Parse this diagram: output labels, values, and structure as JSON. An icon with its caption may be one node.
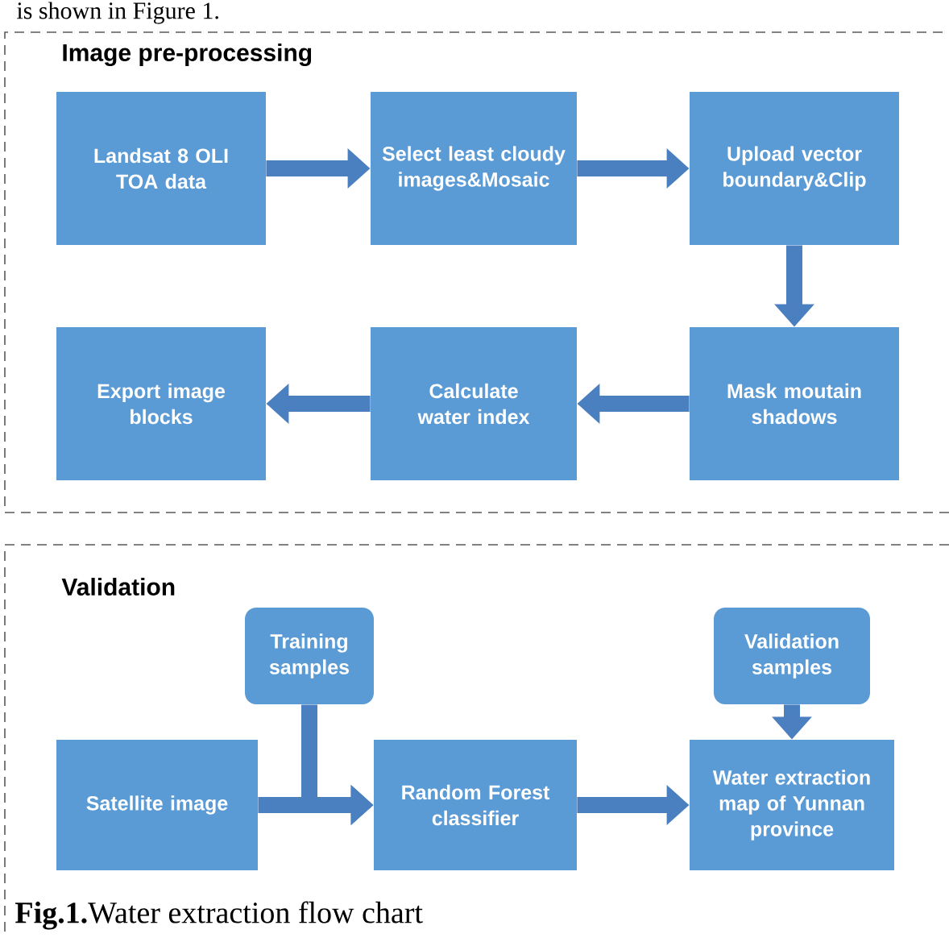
{
  "diagram": {
    "caption": "**Fig.1.**Water extraction flow chart",
    "nodes": [
      {
        "text": [
          "Image pre-processing"
        ]
      },
      {
        "text": [
          "Landsat 8 OLI TOA data"
        ],
        "in": 0
      },
      {
        "text": [
          "Select least cloudy images&Mosaic"
        ],
        "in": 0
      },
      {
        "text": [
          "Upload vector boundary&Clip"
        ],
        "in": 0
      },
      {
        "text": [
          "Export image blocks"
        ],
        "in": 0
      },
      {
        "text": [
          "Calculate water index"
        ],
        "in": 0
      },
      {
        "text": [
          "Mask moutain shadows"
        ],
        "in": 0
      },
      {
        "text": [
          "Validation"
        ]
      },
      {
        "text": [
          "Training samples"
        ],
        "in": 7
      },
      {
        "text": [
          "Validation samples"
        ],
        "in": 7
      },
      {
        "text": [
          "Satellite image"
        ],
        "in": 7
      },
      {
        "text": [
          "Random Forest classifier"
        ],
        "in": 7
      },
      {
        "text": [
          "Water extraction map of Yunnan province"
        ],
        "in": 7
      }
    ],
    "edges": [
      {
        "from": 1,
        "to": 2,
        "arrow": "to"
      },
      {
        "from": 2,
        "to": 3,
        "arrow": "to"
      },
      {
        "from": 3,
        "to": 6,
        "arrow": "to"
      },
      {
        "from": 6,
        "to": 5,
        "arrow": "to"
      },
      {
        "from": 5,
        "to": 4,
        "arrow": "to"
      },
      {
        "from": 10,
        "to": 11,
        "arrow": "to"
      },
      {
        "from": 8,
        "to": 11,
        "arrow": "to"
      },
      {
        "from": 11,
        "to": 12,
        "arrow": "to"
      },
      {
        "from": 9,
        "to": 12,
        "arrow": "to"
      }
    ],
    "labels": [
      "is shown in Figure 1."
    ]
  }
}
